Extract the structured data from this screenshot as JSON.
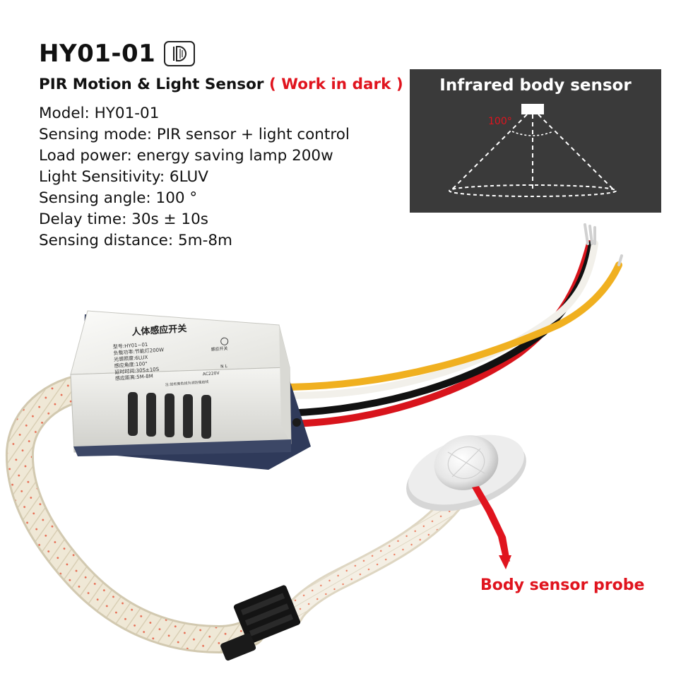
{
  "header": {
    "model": "HY01-01",
    "subtitle": "PIR Motion & Light Sensor",
    "subtitle_note": "( Work in dark )",
    "badge_icon": "lamp-d-icon"
  },
  "specs": [
    "Model: HY01-01",
    "Sensing mode: PIR sensor + light control",
    "Load power: energy saving lamp 200w",
    "Light Sensitivity: 6LUV",
    "Sensing angle: 100 °",
    "Delay time: 30s ± 10s",
    "Sensing distance: 5m-8m"
  ],
  "inset": {
    "title": "Infrared body sensor",
    "angle_label": "100°"
  },
  "module_label": {
    "title": "人体感应开关",
    "lines": [
      "型号:HY01~01",
      "负载功率:节能灯200W",
      "光感照度:6LUX",
      "感应角度:100°",
      "延时时间:30S±10S",
      "感应距离:5M-8M"
    ],
    "side_label": "感应开关",
    "terminal": "N  L",
    "voltage": "AC220V",
    "note": "注:如有黄色线为消防强启线"
  },
  "probe_label": "Body sensor probe",
  "colors": {
    "accent_red": "#e0141e",
    "inset_bg": "#3a3a3a",
    "wire_red": "#d8141c",
    "wire_black": "#111111",
    "wire_white": "#f2f0ea",
    "wire_yellow": "#f0b020"
  }
}
